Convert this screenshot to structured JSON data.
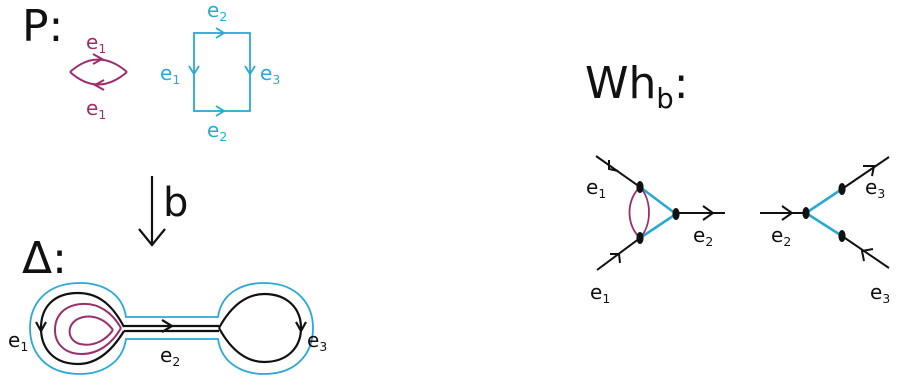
{
  "labels": {
    "P": {
      "main": "P",
      "colon": ":"
    },
    "Delta": {
      "main": "Δ",
      "colon": ":"
    },
    "Wh": {
      "main": "Wh",
      "sub": "b",
      "colon": ":"
    },
    "b_map": "b",
    "e1": {
      "main": "e",
      "sub": "1"
    },
    "e2": {
      "main": "e",
      "sub": "2"
    },
    "e3": {
      "main": "e",
      "sub": "3"
    }
  },
  "colors": {
    "magenta": "#9c2e6e",
    "cyan": "#2aa8d6",
    "black": "#111111"
  },
  "icons": [
    "down-arrow-icon",
    "arrow-icon"
  ]
}
